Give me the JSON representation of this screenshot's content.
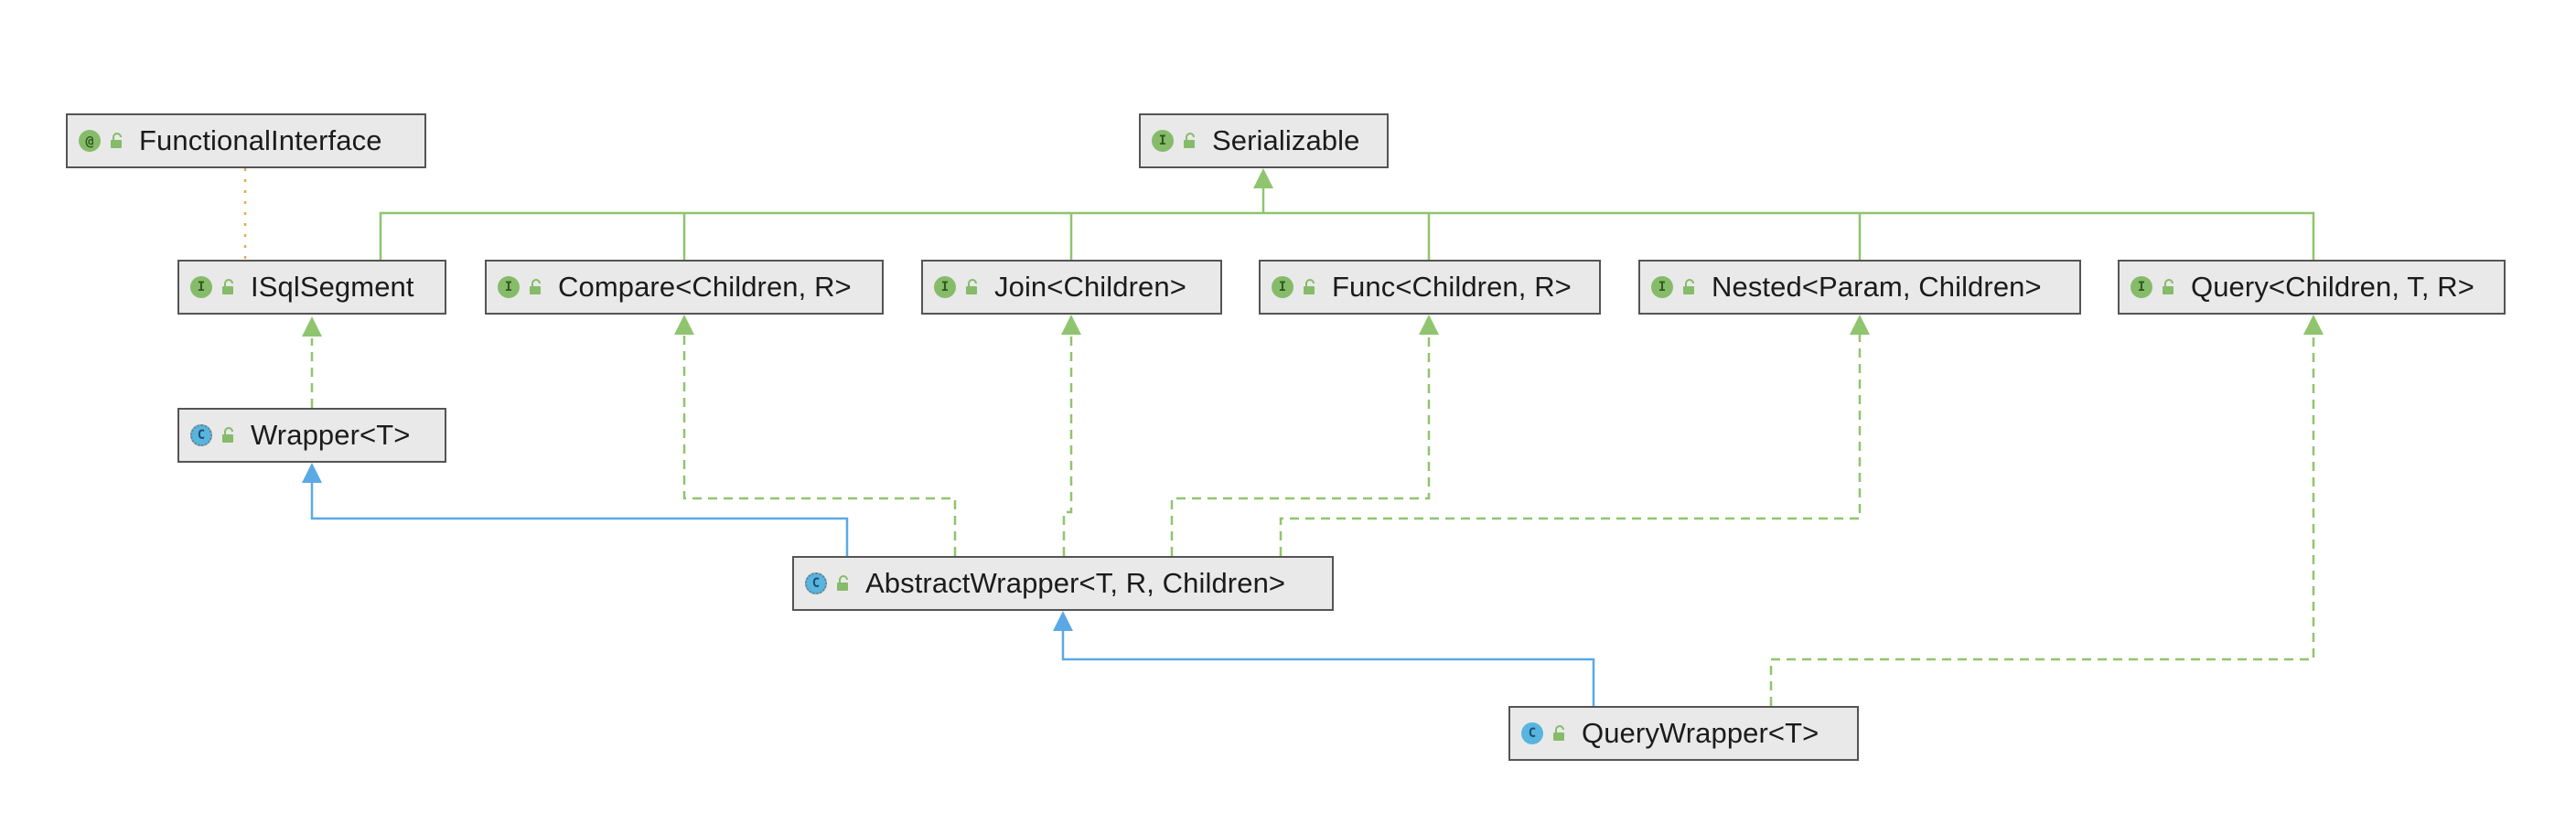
{
  "colors": {
    "implements": "#8fc56e",
    "extends": "#5aa9e6",
    "annotated_by": "#e0b04a",
    "node_fill": "#e9e9e9",
    "node_border": "#545454"
  },
  "nodes": [
    {
      "id": "FunctionalInterface",
      "kind": "annotation",
      "badge": "@",
      "label": "FunctionalInterface"
    },
    {
      "id": "Serializable",
      "kind": "interface",
      "badge": "I",
      "label": "Serializable"
    },
    {
      "id": "ISqlSegment",
      "kind": "interface",
      "badge": "I",
      "label": "ISqlSegment"
    },
    {
      "id": "Compare",
      "kind": "interface",
      "badge": "I",
      "label": "Compare<Children, R>"
    },
    {
      "id": "Join",
      "kind": "interface",
      "badge": "I",
      "label": "Join<Children>"
    },
    {
      "id": "Func",
      "kind": "interface",
      "badge": "I",
      "label": "Func<Children, R>"
    },
    {
      "id": "Nested",
      "kind": "interface",
      "badge": "I",
      "label": "Nested<Param, Children>"
    },
    {
      "id": "Query",
      "kind": "interface",
      "badge": "I",
      "label": "Query<Children, T, R>"
    },
    {
      "id": "Wrapper",
      "kind": "abstract",
      "badge": "C",
      "label": "Wrapper<T>"
    },
    {
      "id": "AbstractWrapper",
      "kind": "abstract",
      "badge": "C",
      "label": "AbstractWrapper<T, R, Children>"
    },
    {
      "id": "QueryWrapper",
      "kind": "class",
      "badge": "C",
      "label": "QueryWrapper<T>"
    }
  ],
  "edges": [
    {
      "from": "ISqlSegment",
      "to": "Serializable",
      "type": "extends-interface"
    },
    {
      "from": "Compare",
      "to": "Serializable",
      "type": "extends-interface"
    },
    {
      "from": "Join",
      "to": "Serializable",
      "type": "extends-interface"
    },
    {
      "from": "Func",
      "to": "Serializable",
      "type": "extends-interface"
    },
    {
      "from": "Nested",
      "to": "Serializable",
      "type": "extends-interface"
    },
    {
      "from": "Query",
      "to": "Serializable",
      "type": "extends-interface"
    },
    {
      "from": "ISqlSegment",
      "to": "FunctionalInterface",
      "type": "annotated-by"
    },
    {
      "from": "Wrapper",
      "to": "ISqlSegment",
      "type": "implements"
    },
    {
      "from": "AbstractWrapper",
      "to": "Wrapper",
      "type": "extends"
    },
    {
      "from": "AbstractWrapper",
      "to": "Compare",
      "type": "implements"
    },
    {
      "from": "AbstractWrapper",
      "to": "Join",
      "type": "implements"
    },
    {
      "from": "AbstractWrapper",
      "to": "Func",
      "type": "implements"
    },
    {
      "from": "AbstractWrapper",
      "to": "Nested",
      "type": "implements"
    },
    {
      "from": "QueryWrapper",
      "to": "AbstractWrapper",
      "type": "extends"
    },
    {
      "from": "QueryWrapper",
      "to": "Query",
      "type": "implements"
    }
  ]
}
